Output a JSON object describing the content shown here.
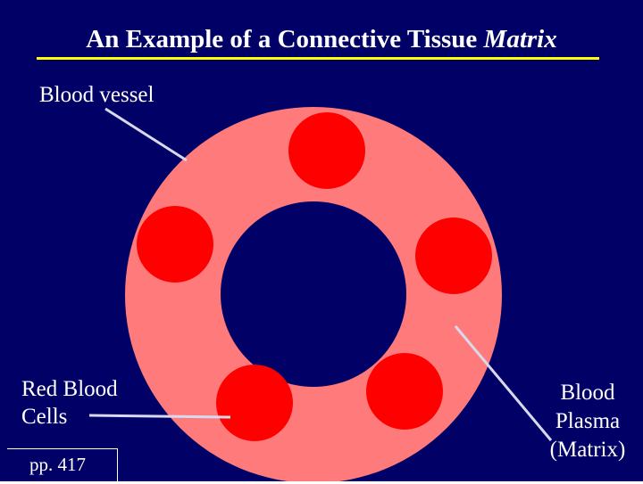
{
  "title": {
    "main": "An Example of a Connective Tissue ",
    "emphasis": "Matrix"
  },
  "labels": {
    "blood_vessel": "Blood vessel",
    "red_blood_cells_line1": "Red Blood",
    "red_blood_cells_line2": "Cells",
    "plasma_line1": "Blood",
    "plasma_line2": "Plasma",
    "plasma_line3": "(Matrix)",
    "page_ref": "pp. 417"
  },
  "colors": {
    "background": "#000066",
    "text": "#FFFFFF",
    "title_rule": "#FFFF00",
    "vessel_wall": "#FF7B7B",
    "lumen": "#000066",
    "red_blood_cell": "#FF0000",
    "leader_line": "#D8D8EE"
  },
  "diagram": {
    "red_blood_cell_count": 5
  }
}
